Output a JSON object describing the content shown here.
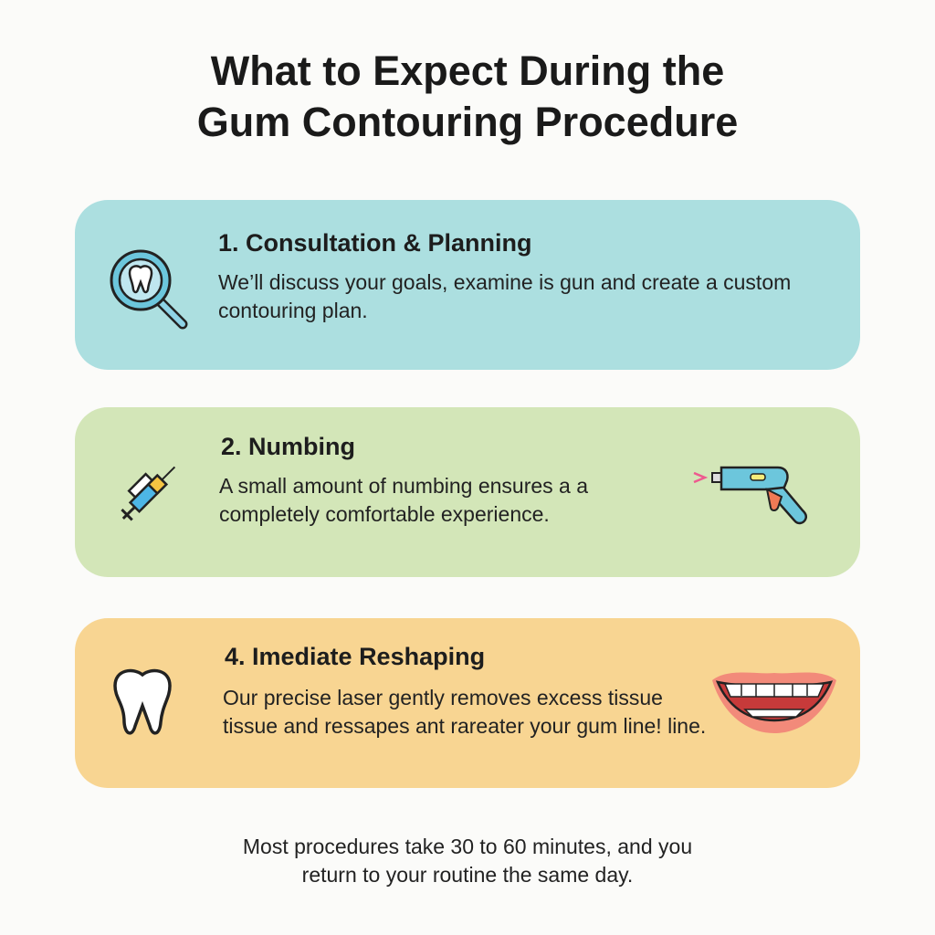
{
  "title": {
    "line1": "What to Expect During the",
    "line2": "Gum Contouring Procedure"
  },
  "steps": [
    {
      "heading": "1. Consultation & Planning",
      "body": "We’ll discuss your goals, examine is gun and create a custom contouring plan.",
      "icon": "magnifier-tooth-icon",
      "color": "#acdfe0"
    },
    {
      "heading": "2. Numbing",
      "body": "A small amount of numbing ensures a a completely comfortable experience.",
      "icon": "syringe-icon",
      "icon2": "laser-tool-icon",
      "color": "#d3e6b8"
    },
    {
      "heading": "4. Imediate Reshaping",
      "body": "Our precise laser gently removes excess tissue tissue and ressapes ant rareater your gum line! line.",
      "icon": "tooth-icon",
      "icon2": "smile-icon",
      "color": "#f8d592"
    }
  ],
  "footer": {
    "line1": "Most procedures take 30 to 60 minutes, and you",
    "line2": "return to your routine the same day."
  }
}
